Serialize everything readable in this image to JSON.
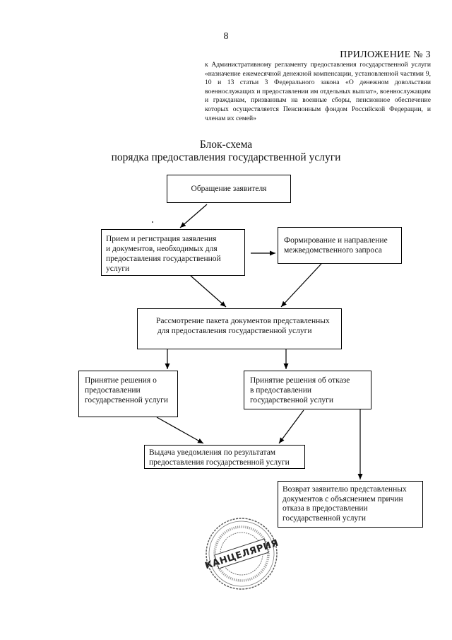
{
  "header": {
    "page_number": "8",
    "appendix_title": "ПРИЛОЖЕНИЕ № 3",
    "appendix_text": "к Административному регламенту предоставления государственной услуги «назначение ежемесячной денежной компенсации, установленной частями 9, 10 и 13 статьи 3 Федерального закона «О денежном довольствии военнослужащих и предоставлении им отдельных выплат», военнослужащим и гражданам, призванным на военные сборы, пенсионное обеспечение которых осуществляется Пенсионным фондом Российской Федерации, и членам их семей»"
  },
  "title": {
    "line1": "Блок-схема",
    "line2": "порядка предоставления государственной услуги"
  },
  "flowchart": {
    "appeal": "Обращение заявителя",
    "receipt": [
      "Прием и регистрация заявления",
      "и документов, необходимых для",
      "предоставления государственной",
      "услуги"
    ],
    "request": [
      "Формирование и направление",
      "межведомственного запроса"
    ],
    "review": [
      "Рассмотрение пакета документов представленных",
      "для предоставления государственной услуги"
    ],
    "grant": [
      "Принятие решения о",
      "предоставлении",
      "государственной услуги"
    ],
    "refusal": [
      "Принятие решения об отказе",
      "в предоставлении",
      "государственной услуги"
    ],
    "notice": [
      "Выдача уведомления по результатам",
      "предоставления государственной услуги"
    ],
    "return": [
      "Возврат заявителю представленных",
      "документов с объяснением причин",
      "отказа в предоставлении",
      "государственной услуги"
    ]
  },
  "stamp": {
    "center_text": "КАНЦЕЛЯРИЯ",
    "ring_color": "#555555",
    "ink_color": "#222222"
  },
  "colors": {
    "line": "#000000",
    "text": "#111111"
  }
}
